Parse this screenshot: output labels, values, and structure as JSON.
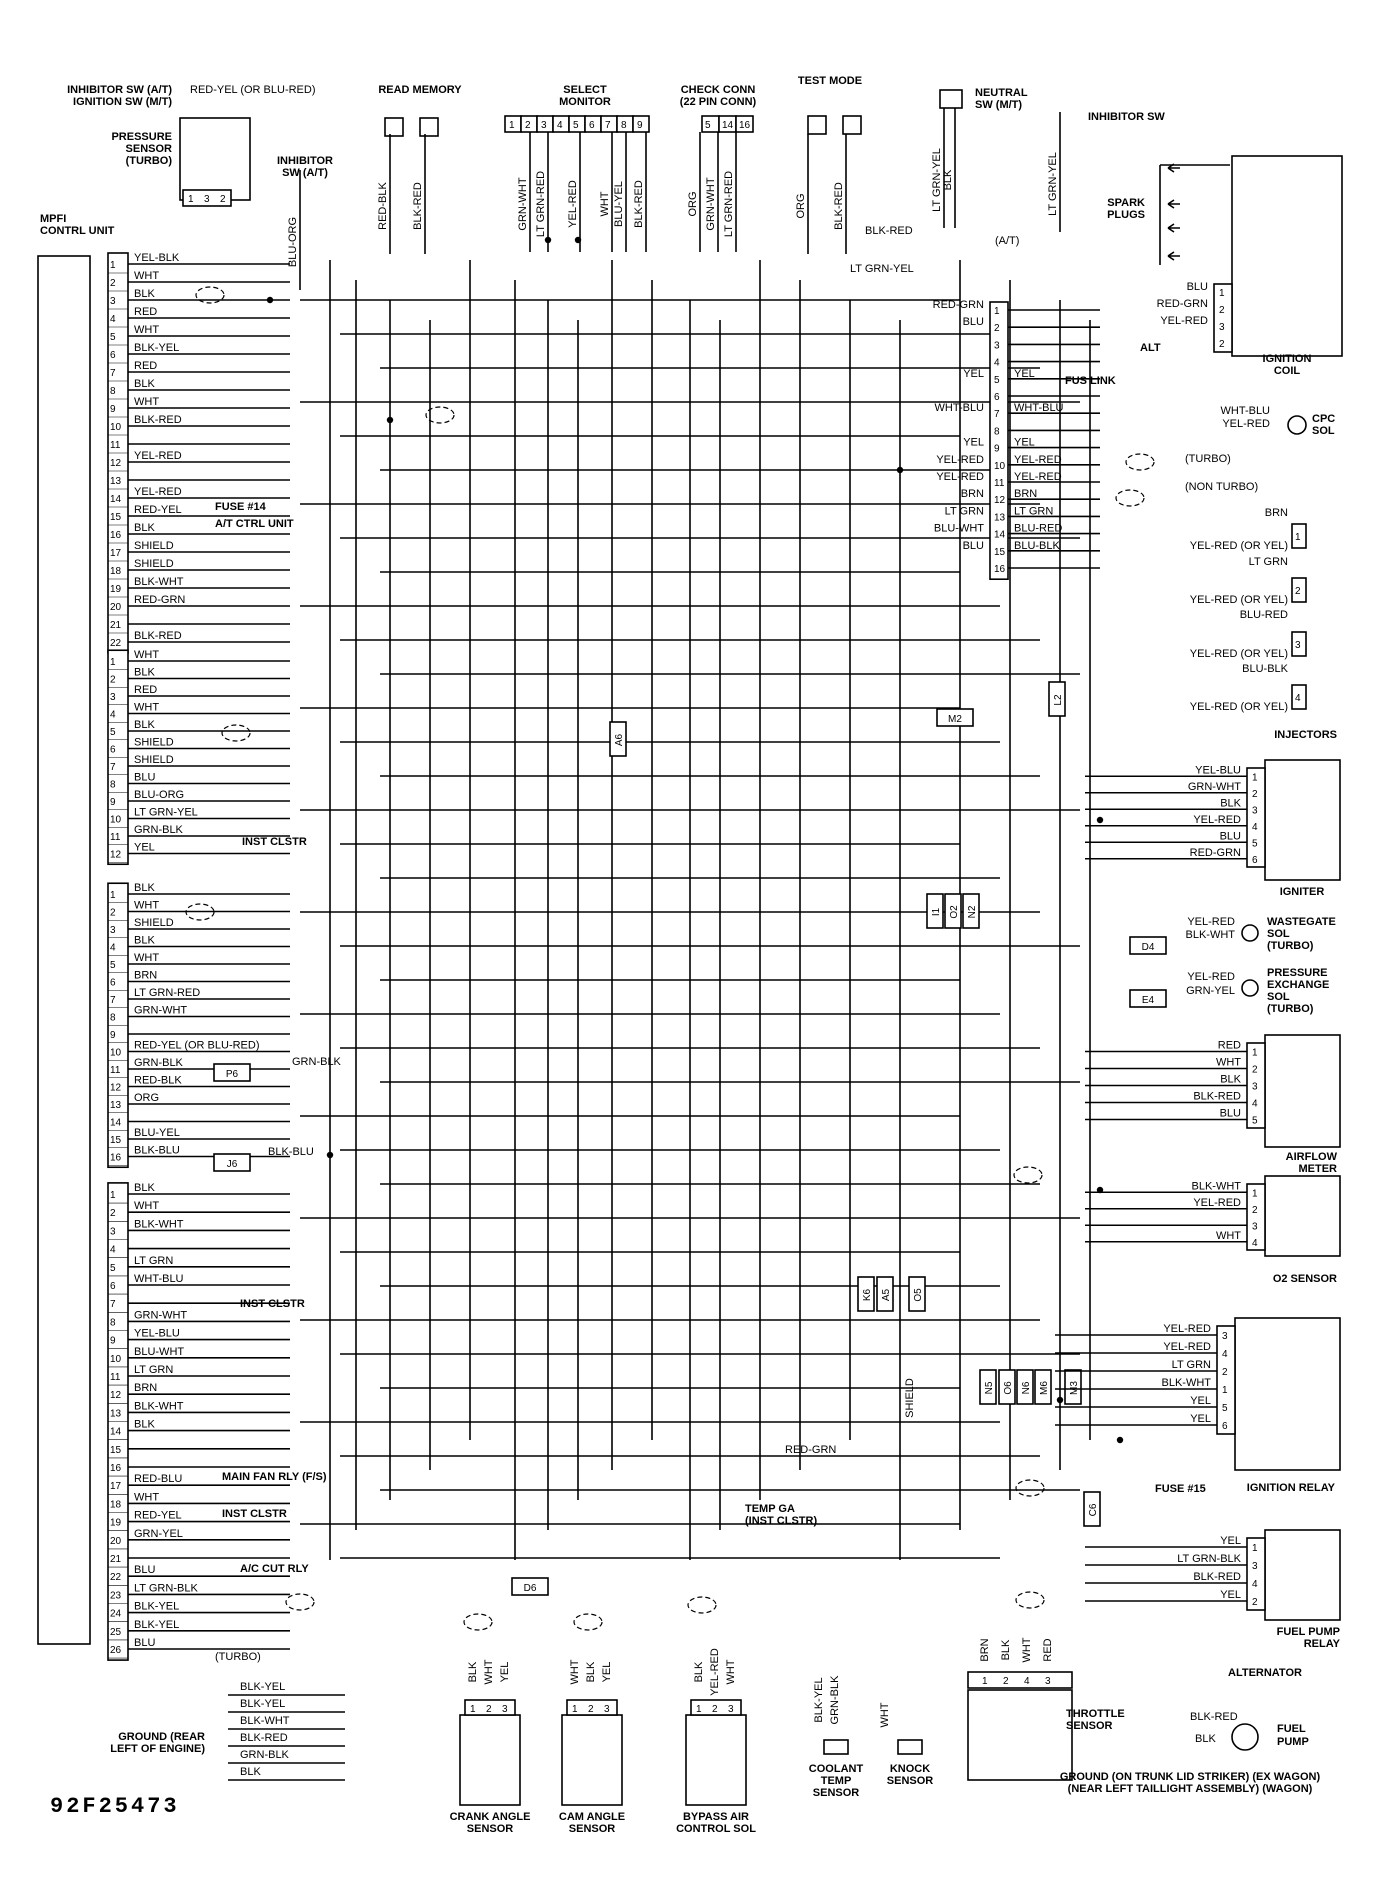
{
  "diagram_id": "92F25473",
  "ecu": {
    "title": "MPFI CONTRL UNIT",
    "connector_a": [
      {
        "pin": "1",
        "wire": "YEL-BLK"
      },
      {
        "pin": "2",
        "wire": "WHT"
      },
      {
        "pin": "3",
        "wire": "BLK"
      },
      {
        "pin": "4",
        "wire": "RED"
      },
      {
        "pin": "5",
        "wire": "WHT"
      },
      {
        "pin": "6",
        "wire": "BLK-YEL"
      },
      {
        "pin": "7",
        "wire": "RED"
      },
      {
        "pin": "8",
        "wire": "BLK"
      },
      {
        "pin": "9",
        "wire": "WHT"
      },
      {
        "pin": "10",
        "wire": "BLK-RED"
      },
      {
        "pin": "11",
        "wire": ""
      },
      {
        "pin": "12",
        "wire": "YEL-RED"
      },
      {
        "pin": "13",
        "wire": ""
      },
      {
        "pin": "14",
        "wire": "YEL-RED"
      },
      {
        "pin": "15",
        "wire": "RED-YEL"
      },
      {
        "pin": "16",
        "wire": "BLK"
      },
      {
        "pin": "17",
        "wire": "SHIELD"
      },
      {
        "pin": "18",
        "wire": "SHIELD"
      },
      {
        "pin": "19",
        "wire": "BLK-WHT"
      },
      {
        "pin": "20",
        "wire": "RED-GRN"
      },
      {
        "pin": "21",
        "wire": ""
      },
      {
        "pin": "22",
        "wire": "BLK-RED"
      }
    ],
    "connector_b": [
      {
        "pin": "1",
        "wire": "WHT"
      },
      {
        "pin": "2",
        "wire": "BLK"
      },
      {
        "pin": "3",
        "wire": "RED"
      },
      {
        "pin": "4",
        "wire": "WHT"
      },
      {
        "pin": "5",
        "wire": "BLK"
      },
      {
        "pin": "6",
        "wire": "SHIELD"
      },
      {
        "pin": "7",
        "wire": "SHIELD"
      },
      {
        "pin": "8",
        "wire": "BLU"
      },
      {
        "pin": "9",
        "wire": "BLU-ORG"
      },
      {
        "pin": "10",
        "wire": "LT GRN-YEL"
      },
      {
        "pin": "11",
        "wire": "GRN-BLK"
      },
      {
        "pin": "12",
        "wire": "YEL"
      }
    ],
    "connector_c": [
      {
        "pin": "1",
        "wire": "BLK"
      },
      {
        "pin": "2",
        "wire": "WHT"
      },
      {
        "pin": "3",
        "wire": "SHIELD"
      },
      {
        "pin": "4",
        "wire": "BLK"
      },
      {
        "pin": "5",
        "wire": "WHT"
      },
      {
        "pin": "6",
        "wire": "BRN"
      },
      {
        "pin": "7",
        "wire": "LT GRN-RED"
      },
      {
        "pin": "8",
        "wire": "GRN-WHT"
      },
      {
        "pin": "9",
        "wire": ""
      },
      {
        "pin": "10",
        "wire": "RED-YEL (OR BLU-RED)"
      },
      {
        "pin": "11",
        "wire": "GRN-BLK"
      },
      {
        "pin": "12",
        "wire": "RED-BLK"
      },
      {
        "pin": "13",
        "wire": "ORG"
      },
      {
        "pin": "14",
        "wire": ""
      },
      {
        "pin": "15",
        "wire": "BLU-YEL"
      },
      {
        "pin": "16",
        "wire": "BLK-BLU"
      }
    ],
    "connector_d": [
      {
        "pin": "1",
        "wire": "BLK"
      },
      {
        "pin": "2",
        "wire": "WHT"
      },
      {
        "pin": "3",
        "wire": "BLK-WHT"
      },
      {
        "pin": "4",
        "wire": ""
      },
      {
        "pin": "5",
        "wire": "LT GRN"
      },
      {
        "pin": "6",
        "wire": "WHT-BLU"
      },
      {
        "pin": "7",
        "wire": ""
      },
      {
        "pin": "8",
        "wire": "GRN-WHT"
      },
      {
        "pin": "9",
        "wire": "YEL-BLU"
      },
      {
        "pin": "10",
        "wire": "BLU-WHT"
      },
      {
        "pin": "11",
        "wire": "LT GRN"
      },
      {
        "pin": "12",
        "wire": "BRN"
      },
      {
        "pin": "13",
        "wire": "BLK-WHT"
      },
      {
        "pin": "14",
        "wire": "BLK"
      },
      {
        "pin": "15",
        "wire": ""
      },
      {
        "pin": "16",
        "wire": ""
      },
      {
        "pin": "17",
        "wire": "RED-BLU"
      },
      {
        "pin": "18",
        "wire": "WHT"
      },
      {
        "pin": "19",
        "wire": "RED-YEL"
      },
      {
        "pin": "20",
        "wire": "GRN-YEL"
      },
      {
        "pin": "21",
        "wire": ""
      },
      {
        "pin": "22",
        "wire": "BLU"
      },
      {
        "pin": "23",
        "wire": "LT GRN-BLK"
      },
      {
        "pin": "24",
        "wire": "BLK-YEL"
      },
      {
        "pin": "25",
        "wire": "BLK-YEL"
      },
      {
        "pin": "26",
        "wire": "BLU"
      }
    ]
  },
  "top_labels": {
    "inhibitor_ign": "INHIBITOR SW (A/T)",
    "ignition_sw": "IGNITION SW (M/T)",
    "red_yel": "RED-YEL (OR BLU-RED)",
    "pressure_sensor": [
      "PRESSURE",
      "SENSOR",
      "(TURBO)"
    ],
    "pressure_pins": [
      "1",
      "3",
      "2"
    ],
    "inhibitor_sw_at": [
      "INHIBITOR",
      "SW (A/T)"
    ],
    "read_memory": "READ MEMORY",
    "select_monitor": [
      "SELECT",
      "MONITOR"
    ],
    "select_pins": [
      "1",
      "2",
      "3",
      "4",
      "5",
      "6",
      "7",
      "8",
      "9"
    ],
    "check_conn": [
      "CHECK CONN",
      "(22 PIN CONN)"
    ],
    "check_pins": [
      "5",
      "14",
      "16"
    ],
    "test_mode": "TEST MODE",
    "neutral_sw": [
      "NEUTRAL",
      "SW (M/T)"
    ],
    "inhibitor_sw": "INHIBITOR SW"
  },
  "vertical_wires": [
    "BLU-ORG",
    "RED-BLK",
    "BLK-RED",
    "GRN-WHT",
    "LT GRN-RED",
    "YEL-RED",
    "WHT",
    "BLU-YEL",
    "BLK-RED",
    "ORG",
    "GRN-WHT",
    "LT GRN-RED",
    "ORG",
    "BLK-RED",
    "LT GRN-YEL",
    "BLK",
    "LT GRN-YEL"
  ],
  "inline_labels": {
    "blk_red": "BLK-RED",
    "lt_grn_yel": "LT GRN-YEL",
    "at": "(A/T)",
    "fuse14": "FUSE #14",
    "at_ctrl": "A/T CTRL UNIT",
    "inst_clstr": "INST CLSTR",
    "main_fan": "MAIN FAN RLY (F/S)",
    "ac_cut": "A/C CUT RLY",
    "turbo": "(TURBO)",
    "non_turbo": "(NON TURBO)",
    "fus_link": "FUS LINK",
    "alt": "ALT",
    "grn_blk": "GRN-BLK",
    "blk_blu": "BLK-BLU"
  },
  "splices": [
    "A6",
    "M2",
    "L2",
    "I1",
    "O2",
    "N2",
    "P6",
    "J6",
    "D4",
    "E4",
    "K6",
    "A5",
    "O5",
    "N5",
    "O6",
    "N6",
    "M6",
    "M3",
    "C6",
    "D6"
  ],
  "main_connector": [
    {
      "pin": "1",
      "left": "RED-GRN",
      "right": ""
    },
    {
      "pin": "2",
      "left": "BLU",
      "right": ""
    },
    {
      "pin": "3",
      "left": "",
      "right": ""
    },
    {
      "pin": "4",
      "left": "",
      "right": ""
    },
    {
      "pin": "5",
      "left": "YEL",
      "right": "YEL"
    },
    {
      "pin": "6",
      "left": "",
      "right": ""
    },
    {
      "pin": "7",
      "left": "WHT-BLU",
      "right": "WHT-BLU"
    },
    {
      "pin": "8",
      "left": "",
      "right": ""
    },
    {
      "pin": "9",
      "left": "YEL",
      "right": "YEL"
    },
    {
      "pin": "10",
      "left": "YEL-RED",
      "right": "YEL-RED"
    },
    {
      "pin": "11",
      "left": "YEL-RED",
      "right": "YEL-RED"
    },
    {
      "pin": "12",
      "left": "BRN",
      "right": "BRN"
    },
    {
      "pin": "13",
      "left": "LT GRN",
      "right": "LT GRN"
    },
    {
      "pin": "14",
      "left": "BLU-WHT",
      "right": "BLU-RED"
    },
    {
      "pin": "15",
      "left": "BLU",
      "right": "BLU-BLK"
    },
    {
      "pin": "16",
      "left": "",
      "right": ""
    }
  ],
  "ignition_coil": {
    "title": [
      "IGNITION",
      "COIL"
    ],
    "pins": [
      {
        "pin": "1",
        "wire": "BLU"
      },
      {
        "pin": "2",
        "wire": "RED-GRN"
      },
      {
        "pin": "3",
        "wire": "YEL-RED"
      },
      {
        "pin": "2",
        "wire": ""
      }
    ],
    "spark": [
      "SPARK",
      "PLUGS"
    ]
  },
  "cpc_sol": {
    "title": [
      "CPC",
      "SOL"
    ],
    "wires": [
      "WHT-BLU",
      "YEL-RED"
    ]
  },
  "injectors": {
    "title": "INJECTORS",
    "wires": [
      [
        "BRN",
        "YEL-RED (OR YEL)",
        "LT GRN"
      ],
      [
        "YEL-RED (OR YEL)",
        "BLU-RED"
      ],
      [
        "YEL-RED (OR YEL)",
        "BLU-BLK"
      ],
      [
        "YEL-RED (OR YEL)"
      ]
    ],
    "nums": [
      "1",
      "2",
      "3",
      "4"
    ]
  },
  "igniter": {
    "title": "IGNITER",
    "pins": [
      {
        "pin": "1",
        "wire": "YEL-BLU"
      },
      {
        "pin": "2",
        "wire": "GRN-WHT"
      },
      {
        "pin": "3",
        "wire": "BLK"
      },
      {
        "pin": "4",
        "wire": "YEL-RED"
      },
      {
        "pin": "5",
        "wire": "BLU"
      },
      {
        "pin": "6",
        "wire": "RED-GRN"
      }
    ]
  },
  "wastegate": {
    "title": [
      "WASTEGATE",
      "SOL",
      "(TURBO)"
    ],
    "wires": [
      "YEL-RED",
      "BLK-WHT"
    ]
  },
  "pressure_exch": {
    "title": [
      "PRESSURE",
      "EXCHANGE",
      "SOL",
      "(TURBO)"
    ],
    "wires": [
      "YEL-RED",
      "GRN-YEL"
    ]
  },
  "airflow": {
    "title": [
      "AIRFLOW",
      "METER"
    ],
    "pins": [
      {
        "pin": "1",
        "wire": "RED"
      },
      {
        "pin": "2",
        "wire": "WHT"
      },
      {
        "pin": "3",
        "wire": "BLK"
      },
      {
        "pin": "4",
        "wire": "BLK-RED"
      },
      {
        "pin": "5",
        "wire": "BLU"
      }
    ]
  },
  "o2": {
    "title": "O2 SENSOR",
    "pins": [
      {
        "pin": "1",
        "wire": "BLK-WHT"
      },
      {
        "pin": "2",
        "wire": "YEL-RED"
      },
      {
        "pin": "3",
        "wire": ""
      },
      {
        "pin": "4",
        "wire": "WHT"
      }
    ]
  },
  "ign_relay": {
    "title": "IGNITION RELAY",
    "pins": [
      {
        "pin": "3",
        "wire": "YEL-RED"
      },
      {
        "pin": "4",
        "wire": "YEL-RED"
      },
      {
        "pin": "2",
        "wire": "LT GRN"
      },
      {
        "pin": "1",
        "wire": "BLK-WHT"
      },
      {
        "pin": "5",
        "wire": "YEL"
      },
      {
        "pin": "6",
        "wire": "YEL"
      }
    ]
  },
  "fuse15": "FUSE #15",
  "fuel_pump_relay": {
    "title": [
      "FUEL PUMP",
      "RELAY"
    ],
    "pins": [
      {
        "pin": "1",
        "wire": "YEL"
      },
      {
        "pin": "3",
        "wire": "LT GRN-BLK"
      },
      {
        "pin": "4",
        "wire": "BLK-RED"
      },
      {
        "pin": "2",
        "wire": "YEL"
      }
    ]
  },
  "alternator": "ALTERNATOR",
  "fuel_pump": {
    "title": [
      "FUEL",
      "PUMP"
    ],
    "wires": [
      "BLK-RED",
      "BLK"
    ]
  },
  "throttle": {
    "title": [
      "THROTTLE",
      "SENSOR"
    ],
    "wires": [
      "BRN",
      "BLK",
      "WHT",
      "RED"
    ],
    "pins": [
      "1",
      "2",
      "4",
      "3"
    ]
  },
  "bottom": {
    "ground_rear": [
      "GROUND (REAR",
      "LEFT OF ENGINE)"
    ],
    "ground_wires": [
      "BLK-YEL",
      "BLK-YEL",
      "BLK-WHT",
      "BLK-RED",
      "GRN-BLK",
      "BLK"
    ],
    "crank": {
      "title": [
        "CRANK ANGLE",
        "SENSOR"
      ],
      "wires": [
        "BLK",
        "WHT",
        "YEL"
      ],
      "pins": [
        "1",
        "2",
        "3"
      ]
    },
    "cam": {
      "title": [
        "CAM ANGLE",
        "SENSOR"
      ],
      "wires": [
        "WHT",
        "BLK",
        "YEL"
      ],
      "pins": [
        "1",
        "2",
        "3"
      ]
    },
    "bypass": {
      "title": [
        "BYPASS AIR",
        "CONTROL SOL"
      ],
      "wires": [
        "BLK",
        "YEL-RED",
        "WHT"
      ],
      "pins": [
        "1",
        "2",
        "3"
      ]
    },
    "coolant": {
      "title": [
        "COOLANT",
        "TEMP",
        "SENSOR"
      ],
      "wires": [
        "BLK-YEL",
        "GRN-BLK"
      ]
    },
    "knock": {
      "title": [
        "KNOCK",
        "SENSOR"
      ],
      "wires": [
        "WHT"
      ]
    },
    "temp_ga": [
      "TEMP GA",
      "(INST CLSTR)"
    ],
    "red_grn": "RED-GRN",
    "shield": "SHIELD",
    "ground_trunk": [
      "GROUND (ON TRUNK LID STRIKER) (EX WAGON)",
      "(NEAR LEFT TAILLIGHT ASSEMBLY) (WAGON)"
    ]
  }
}
